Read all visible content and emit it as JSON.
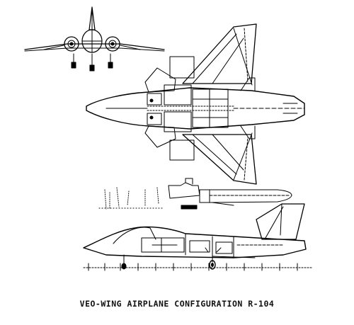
{
  "drawing": {
    "caption": "VEO-WING AIRPLANE CONFIGURATION R-104",
    "views": {
      "front": "front-view",
      "plan": "top-view",
      "section": "longitudinal-section",
      "side": "side-view"
    },
    "line_color": "#000000",
    "background": "#ffffff"
  }
}
